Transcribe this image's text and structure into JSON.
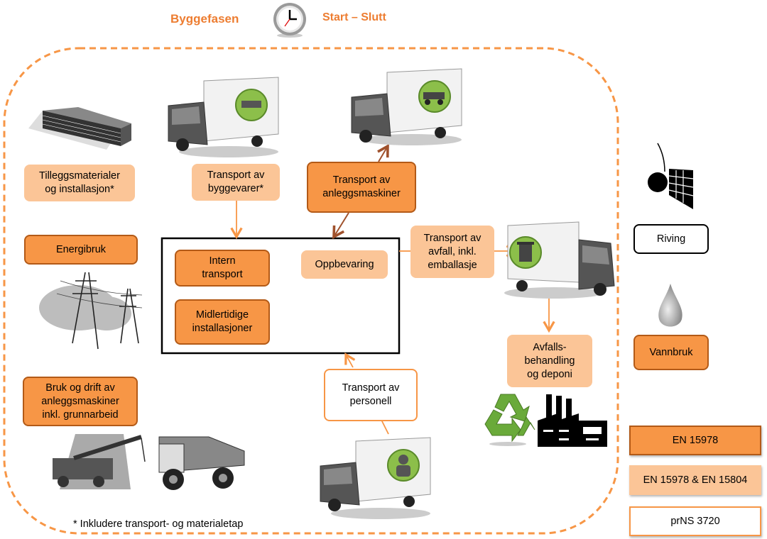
{
  "header": {
    "phase_title": "Byggefasen",
    "period_label": "Start – Slutt",
    "clock_icon": "clock-icon"
  },
  "colors": {
    "accent_orange": "#f79646",
    "dark_orange_border": "#b35a17",
    "light_orange": "#fbc597",
    "title_orange": "#ed7d31",
    "arrow_brown": "#a0522d"
  },
  "boxes": {
    "tilleggsmaterialer": "Tilleggsmaterialer\nog installasjon*",
    "transport_byggevarer": "Transport av\nbyggevarer*",
    "transport_anleggsmaskiner": "Transport av\nanleggsmaskiner",
    "energibruk": "Energibruk",
    "intern_transport": "Intern\ntransport",
    "oppbevaring": "Oppbevaring",
    "midlertidige": "Midlertidige\ninstallasjoner",
    "transport_avfall": "Transport av\navfall, inkl.\nemballasje",
    "avfallsbehandling": "Avfalls-\nbehandling\nog deponi",
    "transport_personell": "Transport av\npersonell",
    "bruk_drift": "Bruk og drift av\nanleggsmaskiner\ninkl. grunnarbeid",
    "riving": "Riving",
    "vannbruk": "Vannbruk"
  },
  "legend": {
    "items": [
      {
        "label": "EN 15978",
        "style": "dark"
      },
      {
        "label": "EN 15978 & EN 15804",
        "style": "light"
      },
      {
        "label": "prNS 3720",
        "style": "outline"
      }
    ]
  },
  "footnote": "* Inkludere transport- og materialetap",
  "icons": {
    "materials": "lumber-stack-icon",
    "truck_materials": "truck-building-materials-icon",
    "truck_machinery": "truck-machinery-icon",
    "truck_waste": "truck-waste-icon",
    "truck_personnel": "truck-personnel-icon",
    "power_lines": "power-line-icon",
    "crane_dumptruck": "construction-machinery-icon",
    "recycle": "recycle-icon",
    "factory": "factory-icon",
    "wrecking_ball": "wrecking-ball-icon",
    "water_drop": "water-drop-icon"
  }
}
